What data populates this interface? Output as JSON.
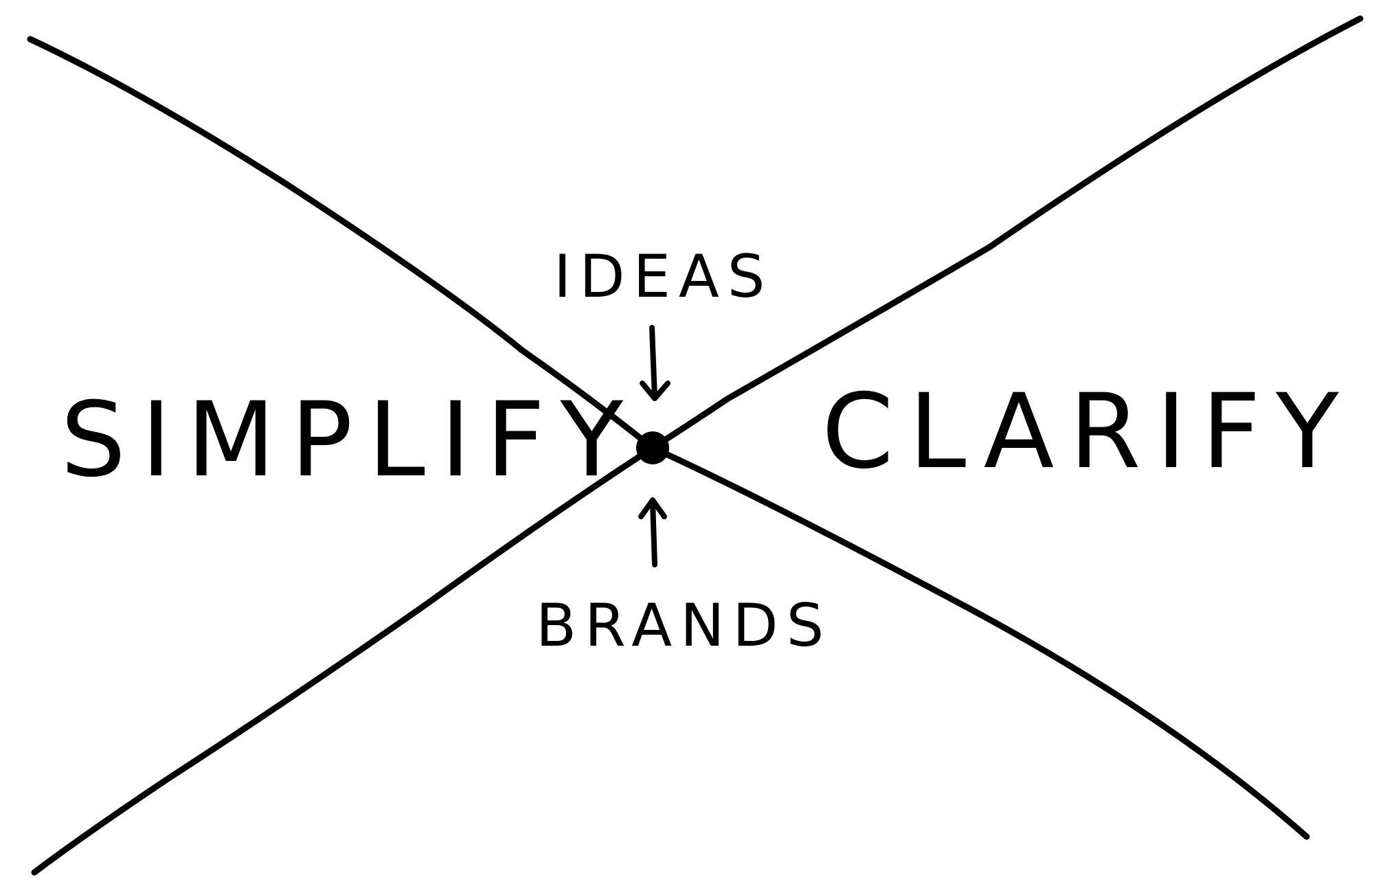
{
  "labels": {
    "left": "SIMPLIFY",
    "right": "CLARIFY",
    "top": "IDEAS",
    "bottom": "BRANDS"
  },
  "colors": {
    "ink": "#000000",
    "paper": "#ffffff"
  }
}
